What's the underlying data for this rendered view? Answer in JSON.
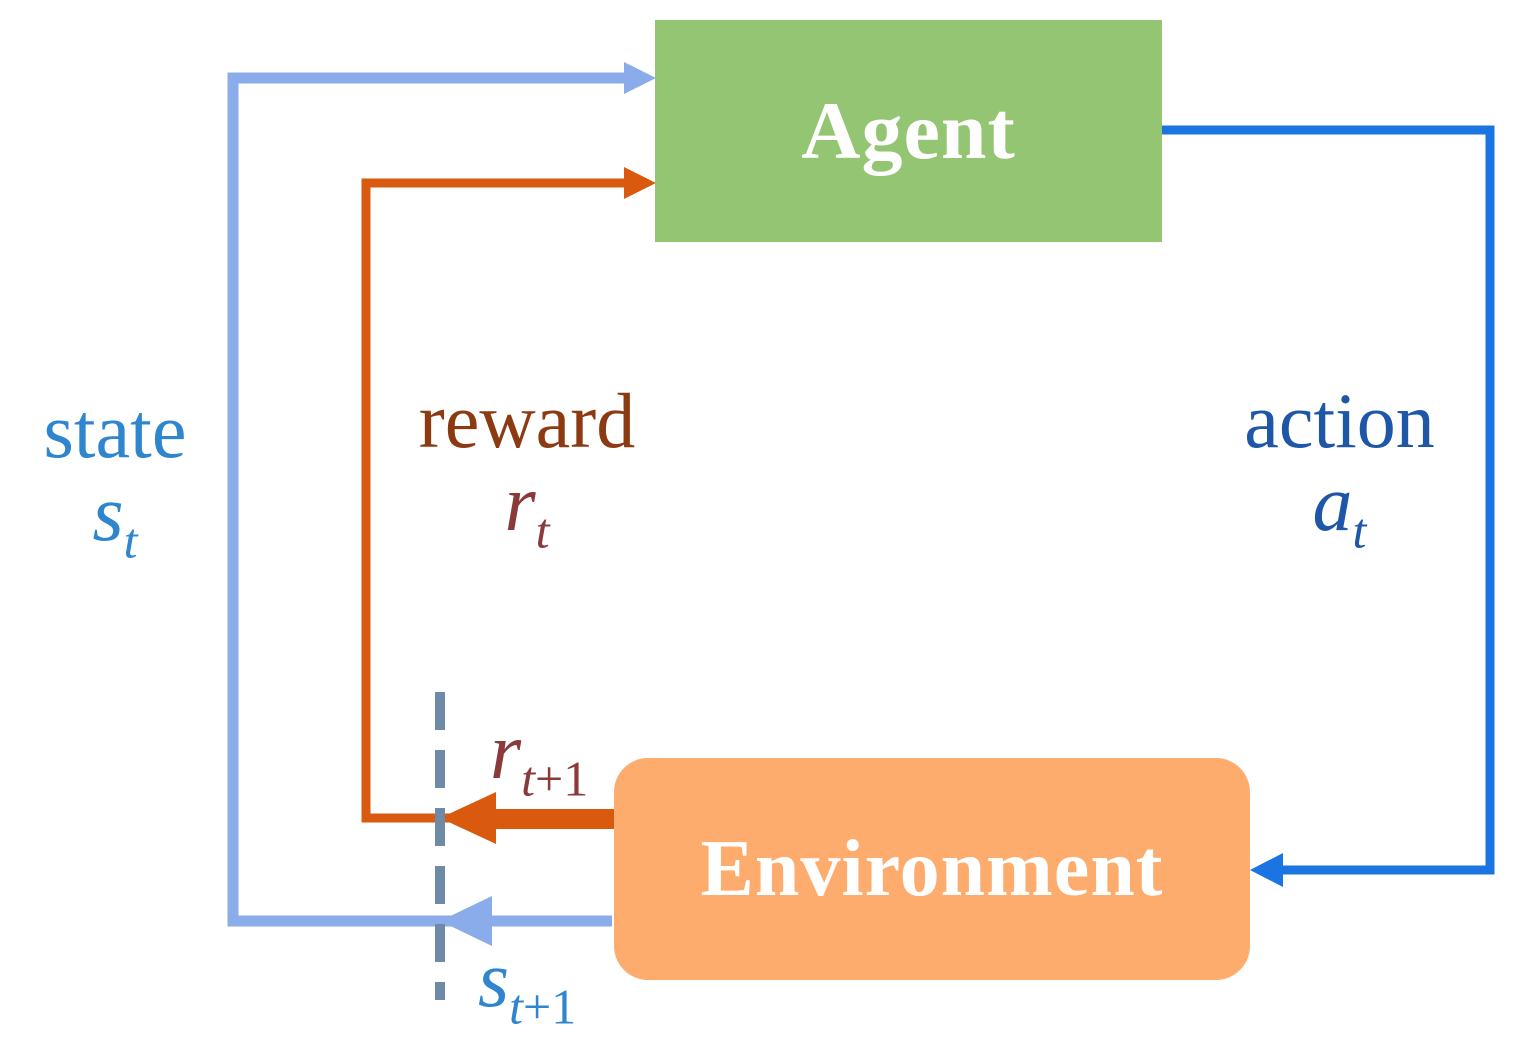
{
  "agent": {
    "label": "Agent"
  },
  "environment": {
    "label": "Environment"
  },
  "state": {
    "word": "state",
    "symbol": "s",
    "subscript": "t"
  },
  "reward": {
    "word": "reward",
    "symbol": "r",
    "subscript": "t"
  },
  "action": {
    "word": "action",
    "symbol": "a",
    "subscript": "t"
  },
  "next_reward": {
    "symbol": "r",
    "subscript_t": "t",
    "subscript_rest": "+1"
  },
  "next_state": {
    "symbol": "s",
    "subscript_t": "t",
    "subscript_rest": "+1"
  },
  "colors": {
    "agent_fill": "#93c572",
    "environment_fill": "#fdac6e",
    "state_line": "#8aacea",
    "state_text": "#2f86cf",
    "reward_line": "#d95a0e",
    "reward_word": "#8b3a12",
    "reward_symbol": "#8a3a3a",
    "action_line": "#1a74e2",
    "action_text": "#1e56a8",
    "divider": "#6f8aa6"
  }
}
